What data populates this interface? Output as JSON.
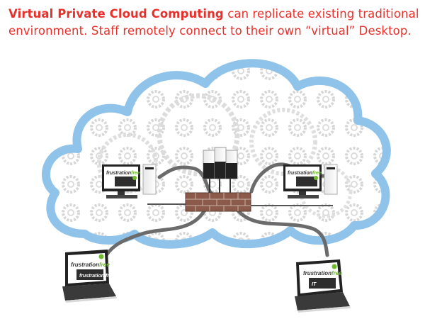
{
  "caption": {
    "bold": "Virtual Private Cloud Computing",
    "rest_line1": " can replicate existing traditional",
    "line2": "environment. Staff remotely connect to their own “virtual” Desktop.",
    "color": "#e8302b"
  },
  "screens": {
    "brand_top": "frustration",
    "brand_accent": "free",
    "brand_accent_color": "#6dbb2d",
    "badge_text": "frustration free",
    "badge_number": "IT"
  },
  "colors": {
    "cloud_outline": "#8fc3ea",
    "cloud_fill": "#f3f3f3",
    "cable": "#6b6b6b",
    "firewall": "#8b5a4a"
  }
}
